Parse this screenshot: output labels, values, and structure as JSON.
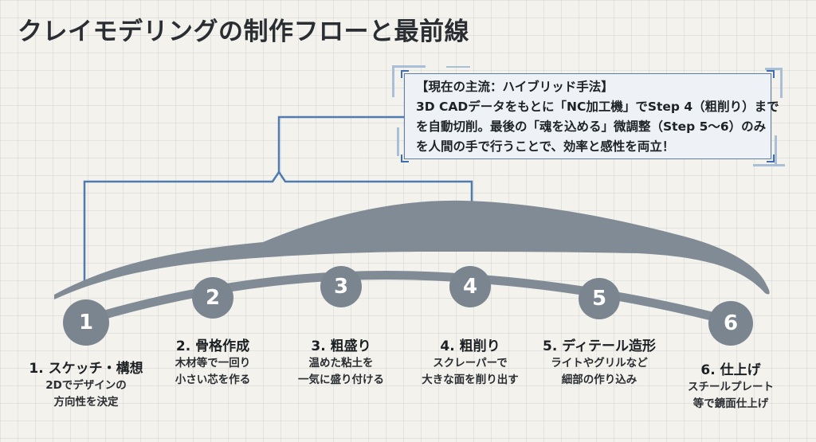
{
  "title": "クレイモデリングの制作フローと最前線",
  "callout": {
    "heading": "【現在の主流：ハイブリッド手法】",
    "lines": [
      "3D CADデータをもとに「NC加工機」でStep 4（粗削り）まで",
      "を自動切削。最後の「魂を込める」微調整（Step 5〜6）のみ",
      "を人間の手で行うことで、効率と感性を両立！"
    ]
  },
  "colors": {
    "car": "#808b96",
    "circle": "#7b858f",
    "bracket": "#4f7bb0",
    "callout_border": "#5f7ea6"
  },
  "steps": [
    {
      "number": "1",
      "label": "1. スケッチ・構想",
      "desc": [
        "2Dでデザインの",
        "方向性を決定"
      ]
    },
    {
      "number": "2",
      "label": "2. 骨格作成",
      "desc": [
        "木材等で一回り",
        "小さい芯を作る"
      ]
    },
    {
      "number": "3",
      "label": "3. 粗盛り",
      "desc": [
        "温めた粘土を",
        "一気に盛り付ける"
      ]
    },
    {
      "number": "4",
      "label": "4. 粗削り",
      "desc": [
        "スクレーパーで",
        "大きな面を削り出す"
      ]
    },
    {
      "number": "5",
      "label": "5. ディテール造形",
      "desc": [
        "ライトやグリルなど",
        "細部の作り込み"
      ]
    },
    {
      "number": "6",
      "label": "6. 仕上げ",
      "desc": [
        "スチールプレート",
        "等で鏡面仕上げ"
      ]
    }
  ]
}
